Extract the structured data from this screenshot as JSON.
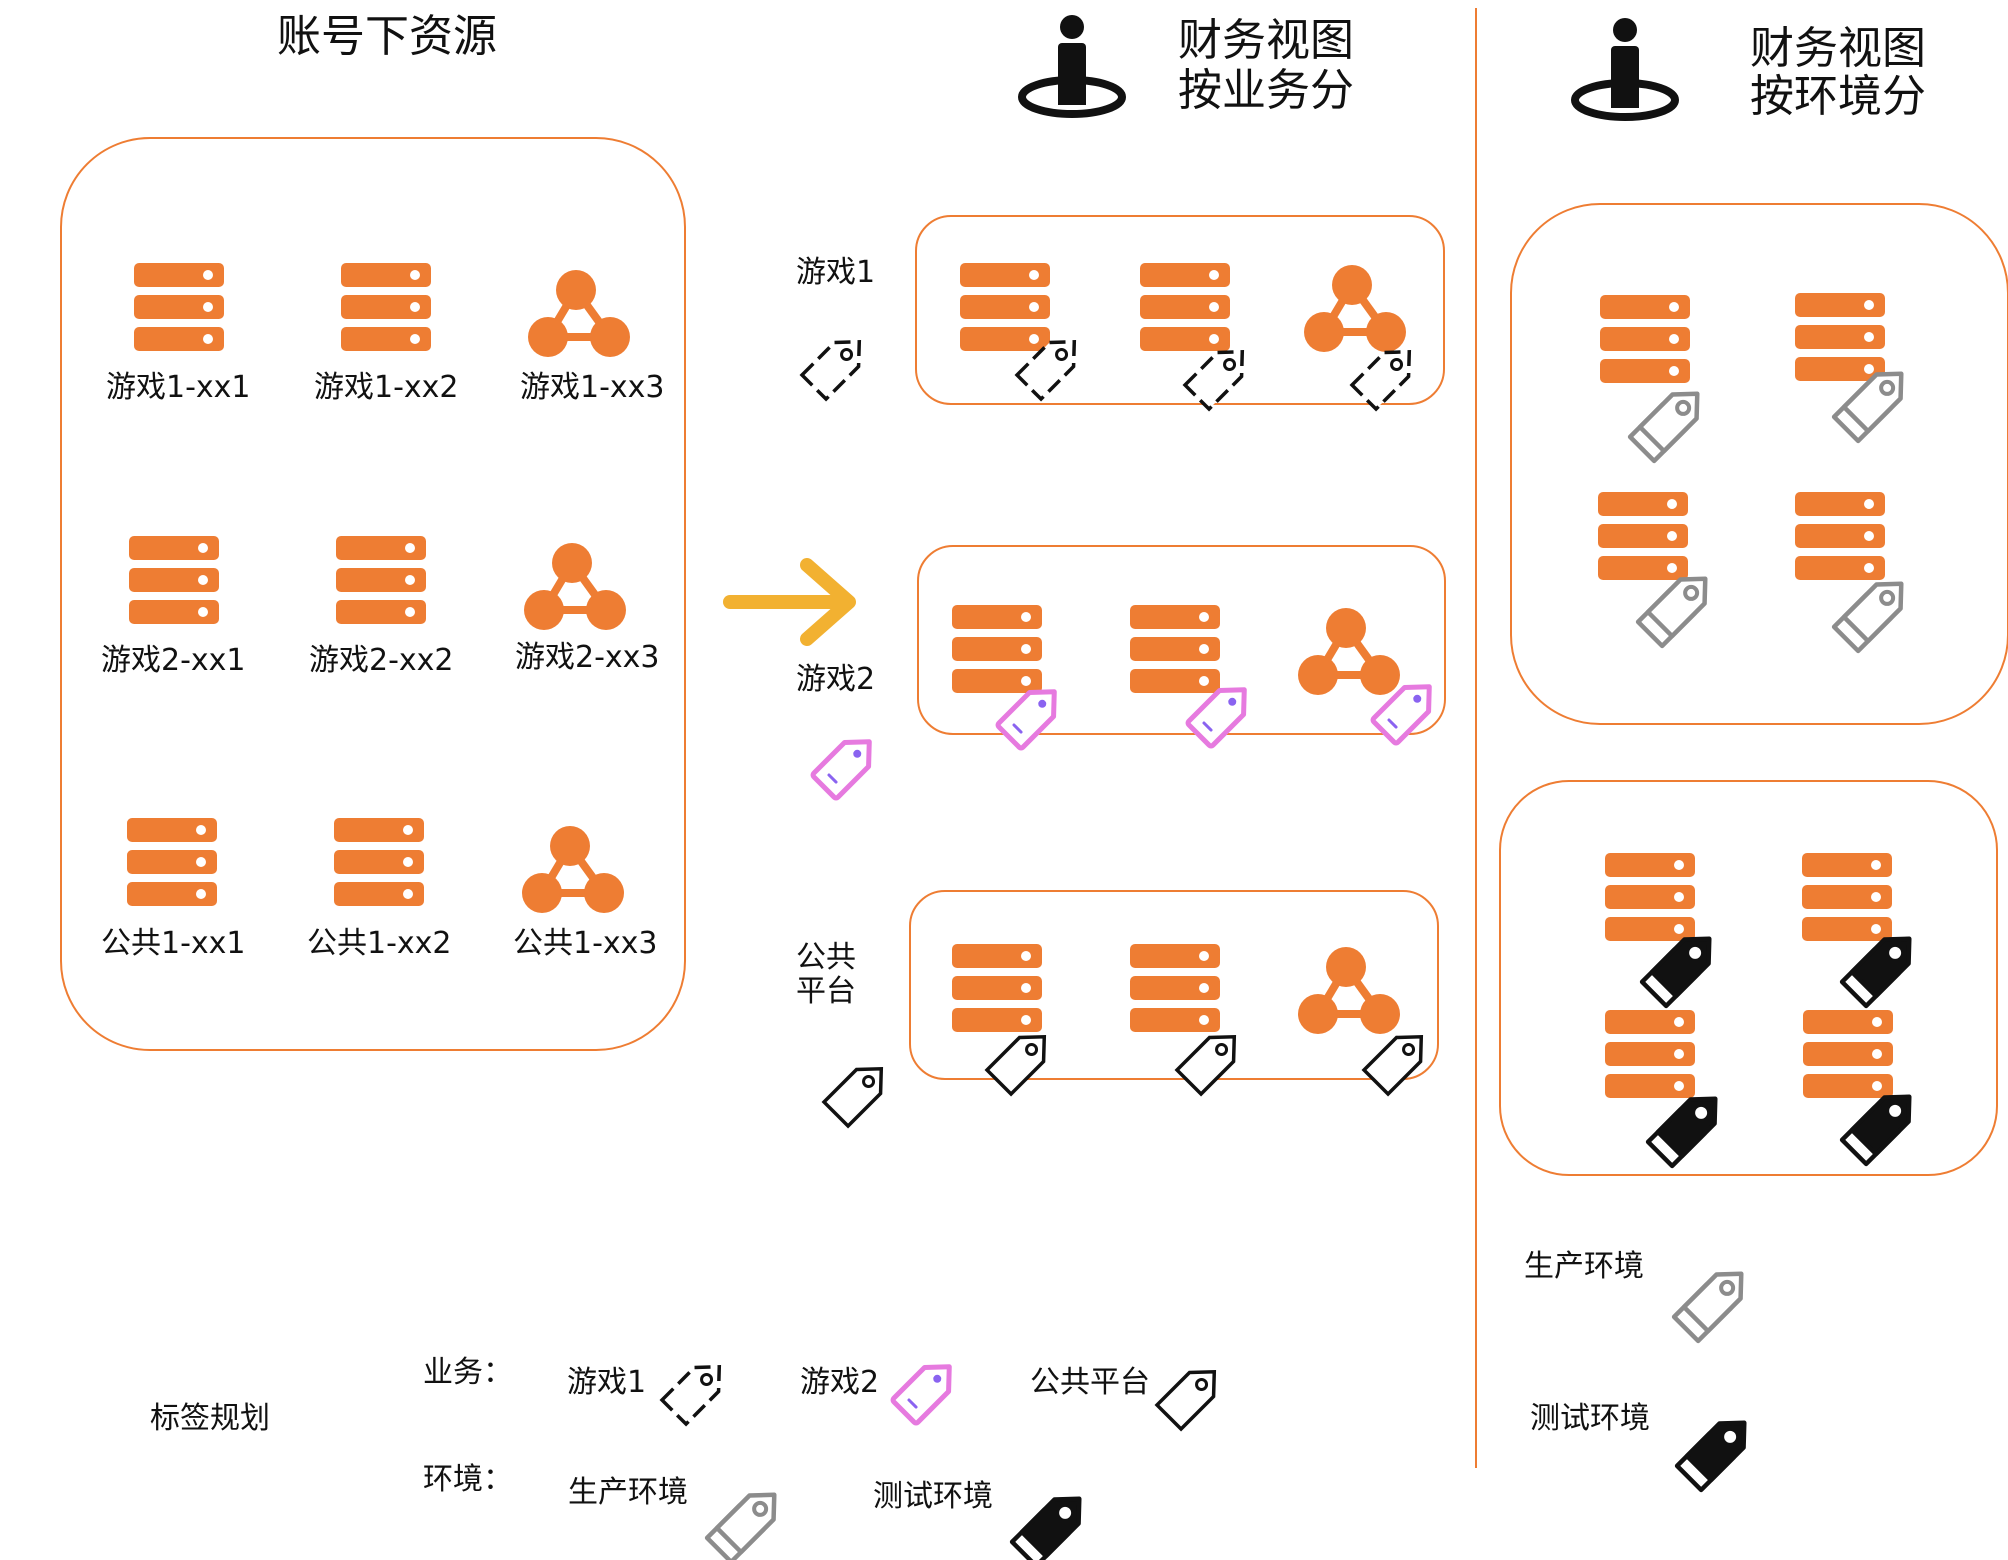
{
  "left_panel": {
    "title": "账号下资源",
    "resources": [
      {
        "label": "游戏1-xx1",
        "icon": "server-icon"
      },
      {
        "label": "游戏1-xx2",
        "icon": "server-icon"
      },
      {
        "label": "游戏1-xx3",
        "icon": "network-icon"
      },
      {
        "label": "游戏2-xx1",
        "icon": "server-icon"
      },
      {
        "label": "游戏2-xx2",
        "icon": "server-icon"
      },
      {
        "label": "游戏2-xx3",
        "icon": "network-icon"
      },
      {
        "label": "公共1-xx1",
        "icon": "server-icon"
      },
      {
        "label": "公共1-xx2",
        "icon": "server-icon"
      },
      {
        "label": "公共1-xx3",
        "icon": "network-icon"
      }
    ]
  },
  "middle_panel": {
    "title_line1": "财务视图",
    "title_line2": "按业务分",
    "groups": [
      {
        "label": "游戏1",
        "tag_style": "dashed-black"
      },
      {
        "label": "游戏2",
        "tag_style": "pink"
      },
      {
        "label_line1": "公共",
        "label_line2": "平台",
        "tag_style": "black-outline"
      }
    ]
  },
  "right_panel": {
    "title_line1": "财务视图",
    "title_line2": "按环境分",
    "groups": [
      {
        "tag_style": "gray-double"
      },
      {
        "tag_style": "black-solid"
      }
    ],
    "legend": [
      {
        "label": "生产环境",
        "tag_style": "gray-double"
      },
      {
        "label": "测试环境",
        "tag_style": "black-solid"
      }
    ]
  },
  "tag_plan": {
    "title": "标签规划",
    "business_label": "业务：",
    "business_items": [
      "游戏1",
      "游戏2",
      "公共平台"
    ],
    "env_label": "环境：",
    "env_items": [
      "生产环境",
      "测试环境"
    ]
  },
  "colors": {
    "accent": "#ee7d33",
    "arrow": "#f2b131",
    "tag_pink": "#e67adf",
    "tag_pink_dot": "#8a63f0",
    "tag_gray": "#8c8c8c",
    "person": "#111111"
  }
}
